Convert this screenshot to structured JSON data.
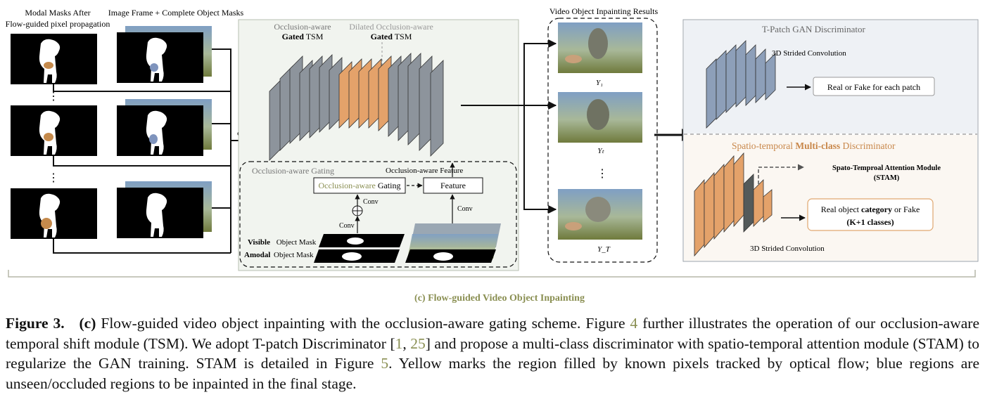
{
  "left": {
    "modal_title_1": "Modal Masks After",
    "modal_title_2": "Flow-guided pixel propagation",
    "frame_title": "Image Frame + Complete Object Masks",
    "concat": "concat",
    "dots": "⋮"
  },
  "gen": {
    "oa_line1": "Occlusion-aware",
    "gated_bold": "Gated",
    "tsm": "TSM",
    "dil_line1": "Dilated Occlusion-aware",
    "gating_box_title": "Occlusion-aware Gating",
    "oa_feature": "Occlusion-aware Feature",
    "gating_label_gray": "Occlusion-aware",
    "gating_label_black": "Gating",
    "feature": "Feature",
    "conv": "Conv",
    "visible_bold": "Visible",
    "amodal_bold": "Amodal",
    "object_mask": "Object Mask"
  },
  "results": {
    "title": "Video Object Inpainting Results",
    "y1": "Y₁",
    "yt": "Yₜ",
    "yT": "Y_T",
    "dots": "⋮"
  },
  "disc": {
    "tpatch_title": "T-Patch GAN Discriminator",
    "conv3d": "3D Strided Convolution",
    "real_fake_patch": "Real or Fake for each patch",
    "st_title_a": "Spatio-temporal ",
    "st_title_b": "Multi-class",
    "st_title_c": " Discriminator",
    "stam": "Spato-Temproal Attention Module",
    "stam_abbr": "(STAM)",
    "real_obj_a": "Real object ",
    "real_obj_b": "category",
    "real_obj_c": " or Fake",
    "classes": "(K+1 classes)"
  },
  "subtitle": "(c) Flow-guided Video Object Inpainting",
  "caption": {
    "fig": "Figure 3.",
    "c": "(c)",
    "t1": " Flow-guided video object inpainting with the occlusion-aware gating scheme.  Figure ",
    "r4": "4",
    "t2": " further illustrates the operation of our occlusion-aware temporal shift module (TSM). We adopt T-patch Discriminator [",
    "r1": "1",
    "sep": ", ",
    "r25": "25",
    "t3": "] and propose a multi-class discriminator with spatio-temporal attention module (STAM) to regularize the GAN training. STAM is detailed in Figure ",
    "r5": "5",
    "t4": ". Yellow marks the region filled by known pixels tracked by optical flow; blue regions are unseen/occluded regions to be inpainted in the final stage."
  },
  "colors": {
    "gray_layer": "#8d949c",
    "orange_layer": "#e4a26a",
    "blue_layer": "#8d9fb9",
    "accent_olive": "#8a8f52",
    "flow_yellow": "#c58a4c",
    "occluded_blue": "#7f94bd"
  }
}
